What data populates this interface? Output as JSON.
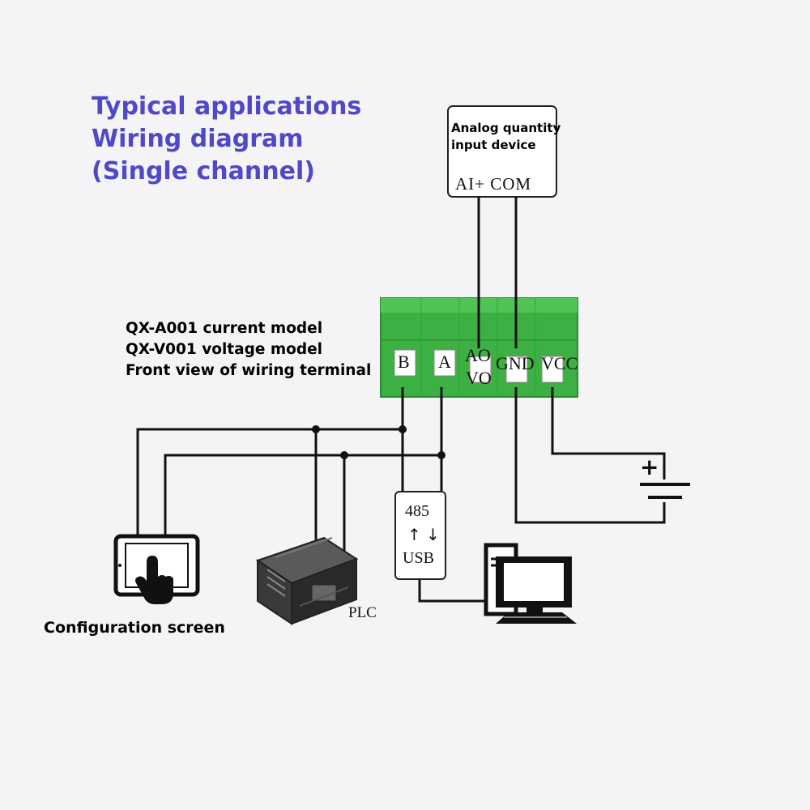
{
  "title": {
    "line1": "Typical applications",
    "line2": "Wiring diagram",
    "line3": "(Single channel)"
  },
  "models": {
    "line1": "QX-A001 current model",
    "line2": "QX-V001 voltage model",
    "line3": "Front view of wiring terminal"
  },
  "input_device": {
    "line1": "Analog quantity",
    "line2": "input device",
    "terminals": "AI+ COM"
  },
  "terminal_block": {
    "b": "B",
    "a": "A",
    "ao": "AO",
    "vo": "VO",
    "gnd": "GND",
    "vcc": "VCC"
  },
  "converter": {
    "top": "485",
    "arrows": "↑ ↓",
    "bottom": "USB"
  },
  "battery": {
    "plus": "+"
  },
  "plc_label": "PLC",
  "config_label": "Configuration screen",
  "colors": {
    "title": "#4f49c9",
    "terminal_green": "#3cb043",
    "wire": "#111111"
  }
}
